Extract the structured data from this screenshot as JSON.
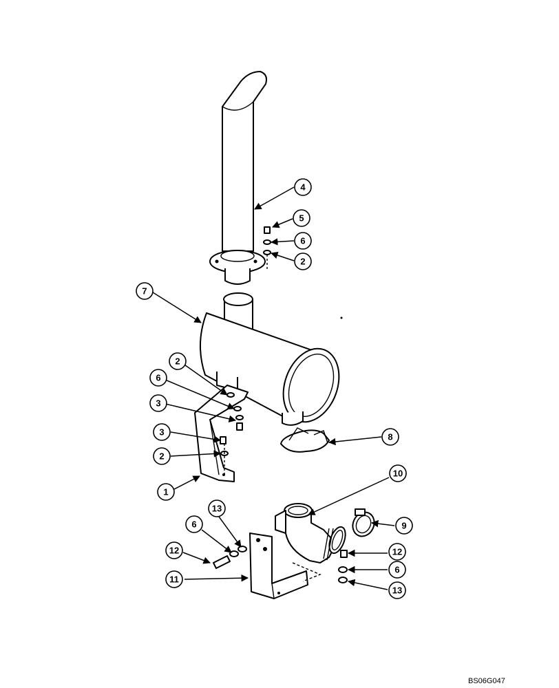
{
  "figure_code": "BS06G047",
  "callouts": [
    {
      "id": "c-4",
      "label": "4"
    },
    {
      "id": "c-5",
      "label": "5"
    },
    {
      "id": "c-6a",
      "label": "6"
    },
    {
      "id": "c-2a",
      "label": "2"
    },
    {
      "id": "c-7",
      "label": "7"
    },
    {
      "id": "c-2b",
      "label": "2"
    },
    {
      "id": "c-6b",
      "label": "6"
    },
    {
      "id": "c-3a",
      "label": "3"
    },
    {
      "id": "c-3b",
      "label": "3"
    },
    {
      "id": "c-2c",
      "label": "2"
    },
    {
      "id": "c-1",
      "label": "1"
    },
    {
      "id": "c-8",
      "label": "8"
    },
    {
      "id": "c-10",
      "label": "10"
    },
    {
      "id": "c-9",
      "label": "9"
    },
    {
      "id": "c-13a",
      "label": "13"
    },
    {
      "id": "c-6c",
      "label": "6"
    },
    {
      "id": "c-12a",
      "label": "12"
    },
    {
      "id": "c-11",
      "label": "11"
    },
    {
      "id": "c-12b",
      "label": "12"
    },
    {
      "id": "c-6d",
      "label": "6"
    },
    {
      "id": "c-13b",
      "label": "13"
    }
  ]
}
